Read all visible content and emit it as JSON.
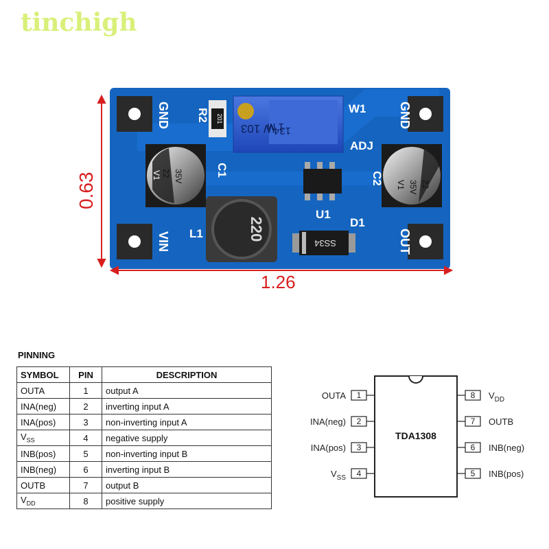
{
  "watermark": "tinchigh",
  "board": {
    "dim_width": "1.26",
    "dim_height": "0.63",
    "silkscreen": {
      "gnd_left": "GND",
      "gnd_right": "GND",
      "vin": "VIN",
      "out": "OUT",
      "r2": "R2",
      "c1": "C1",
      "c2": "C2",
      "l1": "L1",
      "u1": "U1",
      "d1": "D1",
      "w1": "W1",
      "adj": "ADJ",
      "resistor_code": "201",
      "pot_line1": "W 103",
      "pot_line2": "1 M",
      "pot_line3": "134",
      "cap_value": "22",
      "cap_voltage": "35V",
      "cap_code": "V1",
      "inductor": "220",
      "diode": "SS34"
    },
    "colors": {
      "pcb": "#1565c0",
      "dimension_lines": "#d81e1e"
    }
  },
  "pinning": {
    "title": "PINNING",
    "headers": {
      "symbol": "SYMBOL",
      "pin": "PIN",
      "description": "DESCRIPTION"
    },
    "rows": [
      {
        "symbol": "OUTA",
        "sub": "",
        "pin": "1",
        "description": "output A"
      },
      {
        "symbol": "INA(neg)",
        "sub": "",
        "pin": "2",
        "description": "inverting input A"
      },
      {
        "symbol": "INA(pos)",
        "sub": "",
        "pin": "3",
        "description": "non-inverting input A"
      },
      {
        "symbol": "V",
        "sub": "SS",
        "pin": "4",
        "description": "negative supply"
      },
      {
        "symbol": "INB(pos)",
        "sub": "",
        "pin": "5",
        "description": "non-inverting input B"
      },
      {
        "symbol": "INB(neg)",
        "sub": "",
        "pin": "6",
        "description": "inverting input B"
      },
      {
        "symbol": "OUTB",
        "sub": "",
        "pin": "7",
        "description": "output B"
      },
      {
        "symbol": "V",
        "sub": "DD",
        "pin": "8",
        "description": "positive supply"
      }
    ]
  },
  "ic": {
    "name": "TDA1308",
    "left_pins": [
      {
        "label": "OUTA",
        "sub": "",
        "num": "1"
      },
      {
        "label": "INA(neg)",
        "sub": "",
        "num": "2"
      },
      {
        "label": "INA(pos)",
        "sub": "",
        "num": "3"
      },
      {
        "label": "V",
        "sub": "SS",
        "num": "4"
      }
    ],
    "right_pins": [
      {
        "label": "V",
        "sub": "DD",
        "num": "8"
      },
      {
        "label": "OUTB",
        "sub": "",
        "num": "7"
      },
      {
        "label": "INB(neg)",
        "sub": "",
        "num": "6"
      },
      {
        "label": "INB(pos)",
        "sub": "",
        "num": "5"
      }
    ]
  }
}
